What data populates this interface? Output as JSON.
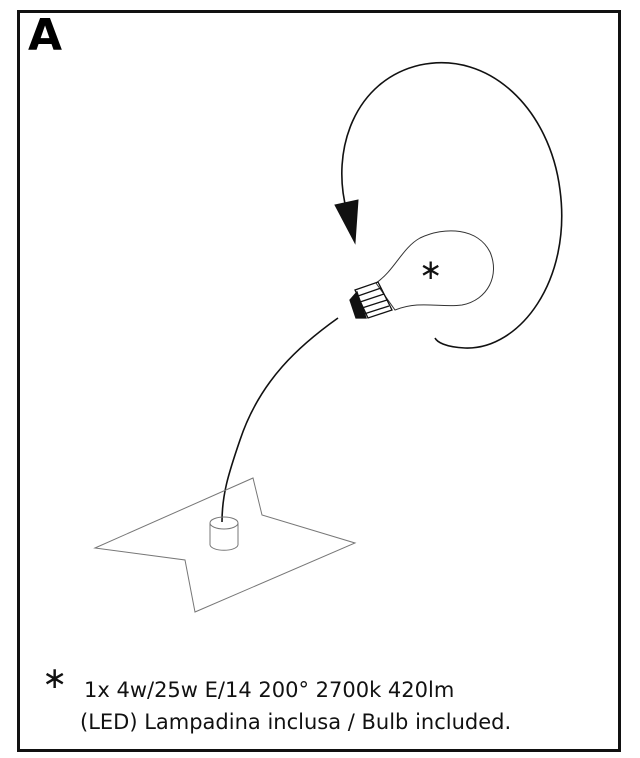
{
  "panel": {
    "label": "A"
  },
  "illustration": {
    "bulb_marker": "∗"
  },
  "note": {
    "asterisk": "∗",
    "line1": "1x 4w/25w E/14 200° 2700k 420lm",
    "line2": "(LED)  Lampadina inclusa / Bulb included."
  },
  "colors": {
    "line": "#111111",
    "background": "#ffffff"
  }
}
